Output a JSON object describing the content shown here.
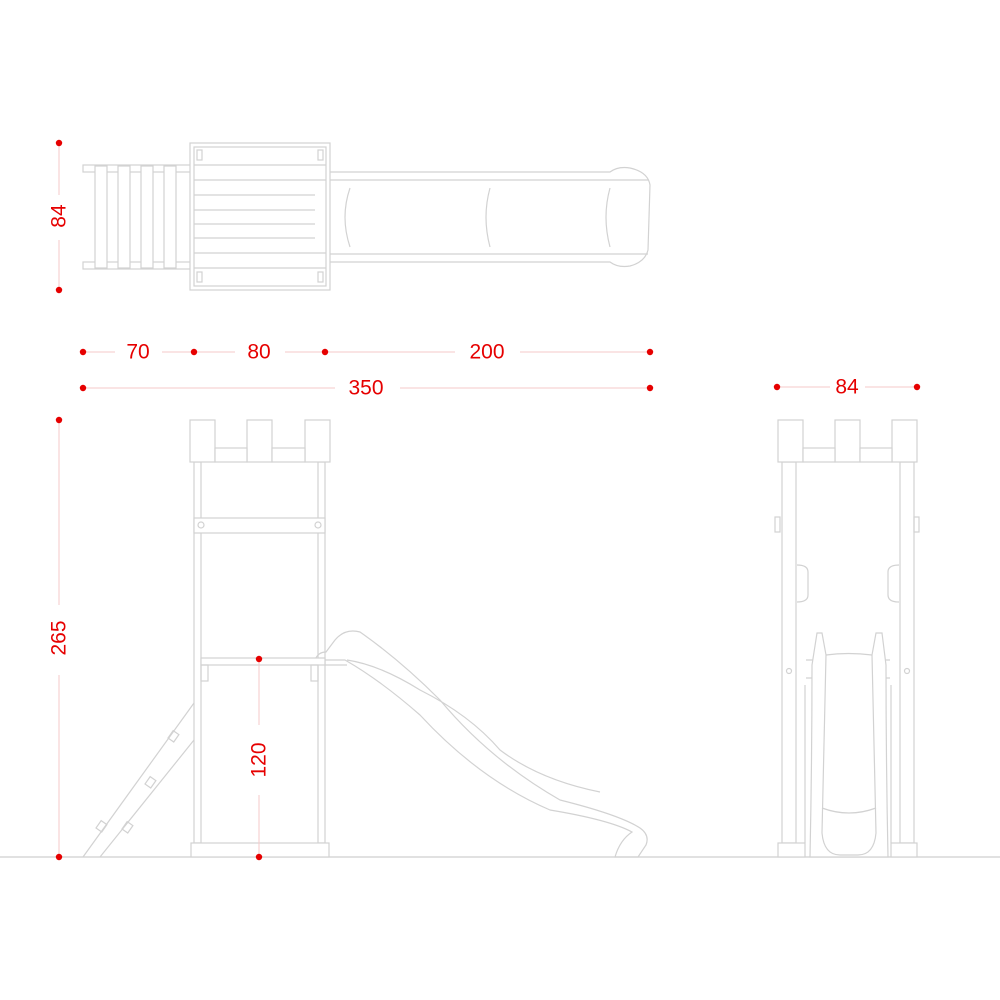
{
  "drawing": {
    "views": [
      "top-view",
      "front-view",
      "side-view"
    ],
    "dimensions": {
      "top_depth": "84",
      "ladder_length": "70",
      "tower_width": "80",
      "slide_length": "200",
      "total_length": "350",
      "side_width": "84",
      "total_height": "265",
      "platform_height": "120"
    },
    "colors": {
      "dimension": "#e60000",
      "line": "#d2d2d2"
    }
  }
}
